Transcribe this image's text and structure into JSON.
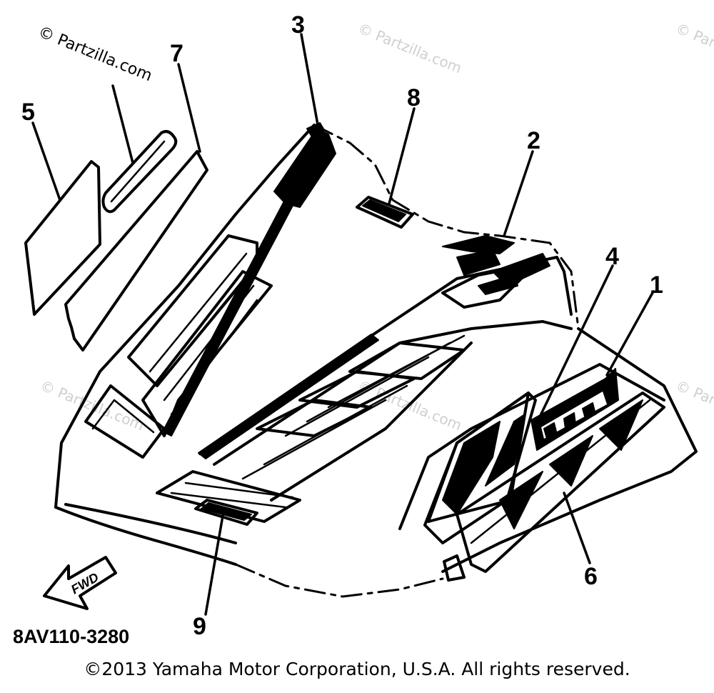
{
  "watermark_main": "© Partzilla.com",
  "watermark_faint": [
    "© Partzilla.com",
    "© Partzilla.com",
    "© Partzilla.com",
    "© Partzilla.com",
    "© Partzilla.com"
  ],
  "callouts": [
    "1",
    "2",
    "3",
    "4",
    "5",
    "6",
    "7",
    "8",
    "9"
  ],
  "fwd_label": "FWD",
  "part_number": "8AV110-3280",
  "copyright": "©2013 Yamaha Motor Corporation, U.S.A. All rights reserved."
}
